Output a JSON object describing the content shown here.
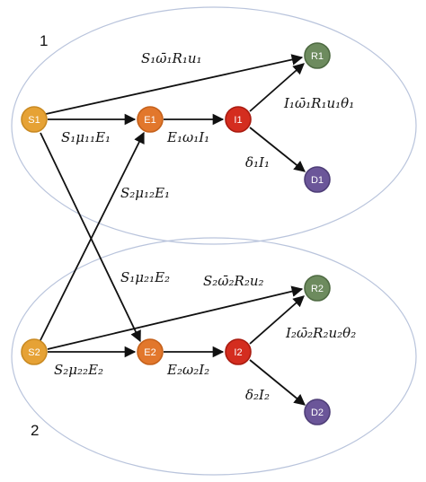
{
  "groups": [
    {
      "id": "1",
      "label": "1"
    },
    {
      "id": "2",
      "label": "2"
    }
  ],
  "nodes": {
    "S1": {
      "label": "S1",
      "color": "#e6a235",
      "stroke": "#c98a22"
    },
    "E1": {
      "label": "E1",
      "color": "#e2772c",
      "stroke": "#c5611b"
    },
    "I1": {
      "label": "I1",
      "color": "#d42d1f",
      "stroke": "#a91b10"
    },
    "R1": {
      "label": "R1",
      "color": "#6d8b5e",
      "stroke": "#4e6a42"
    },
    "D1": {
      "label": "D1",
      "color": "#6b5699",
      "stroke": "#4e3e77"
    },
    "S2": {
      "label": "S2",
      "color": "#e6a235",
      "stroke": "#c98a22"
    },
    "E2": {
      "label": "E2",
      "color": "#e2772c",
      "stroke": "#c5611b"
    },
    "I2": {
      "label": "I2",
      "color": "#d42d1f",
      "stroke": "#a91b10"
    },
    "R2": {
      "label": "R2",
      "color": "#6d8b5e",
      "stroke": "#4e6a42"
    },
    "D2": {
      "label": "D2",
      "color": "#6b5699",
      "stroke": "#4e3e77"
    }
  },
  "edges": {
    "s1_r1": "S₁ω̄₁R₁u₁",
    "s1_e1": "S₁μ₁₁E₁",
    "e1_i1": "E₁ω₁I₁",
    "i1_r1": "I₁ω̄₁R₁u₁θ₁",
    "i1_d1": "δ₁I₁",
    "s2_e1": "S₂μ₁₂E₁",
    "s1_e2": "S₁μ₂₁E₂",
    "s2_r2": "S₂ω̄₂R₂u₂",
    "s2_e2": "S₂μ₂₂E₂",
    "e2_i2": "E₂ω₂I₂",
    "i2_r2": "I₂ω̄₂R₂u₂θ₂",
    "i2_d2": "δ₂I₂"
  }
}
